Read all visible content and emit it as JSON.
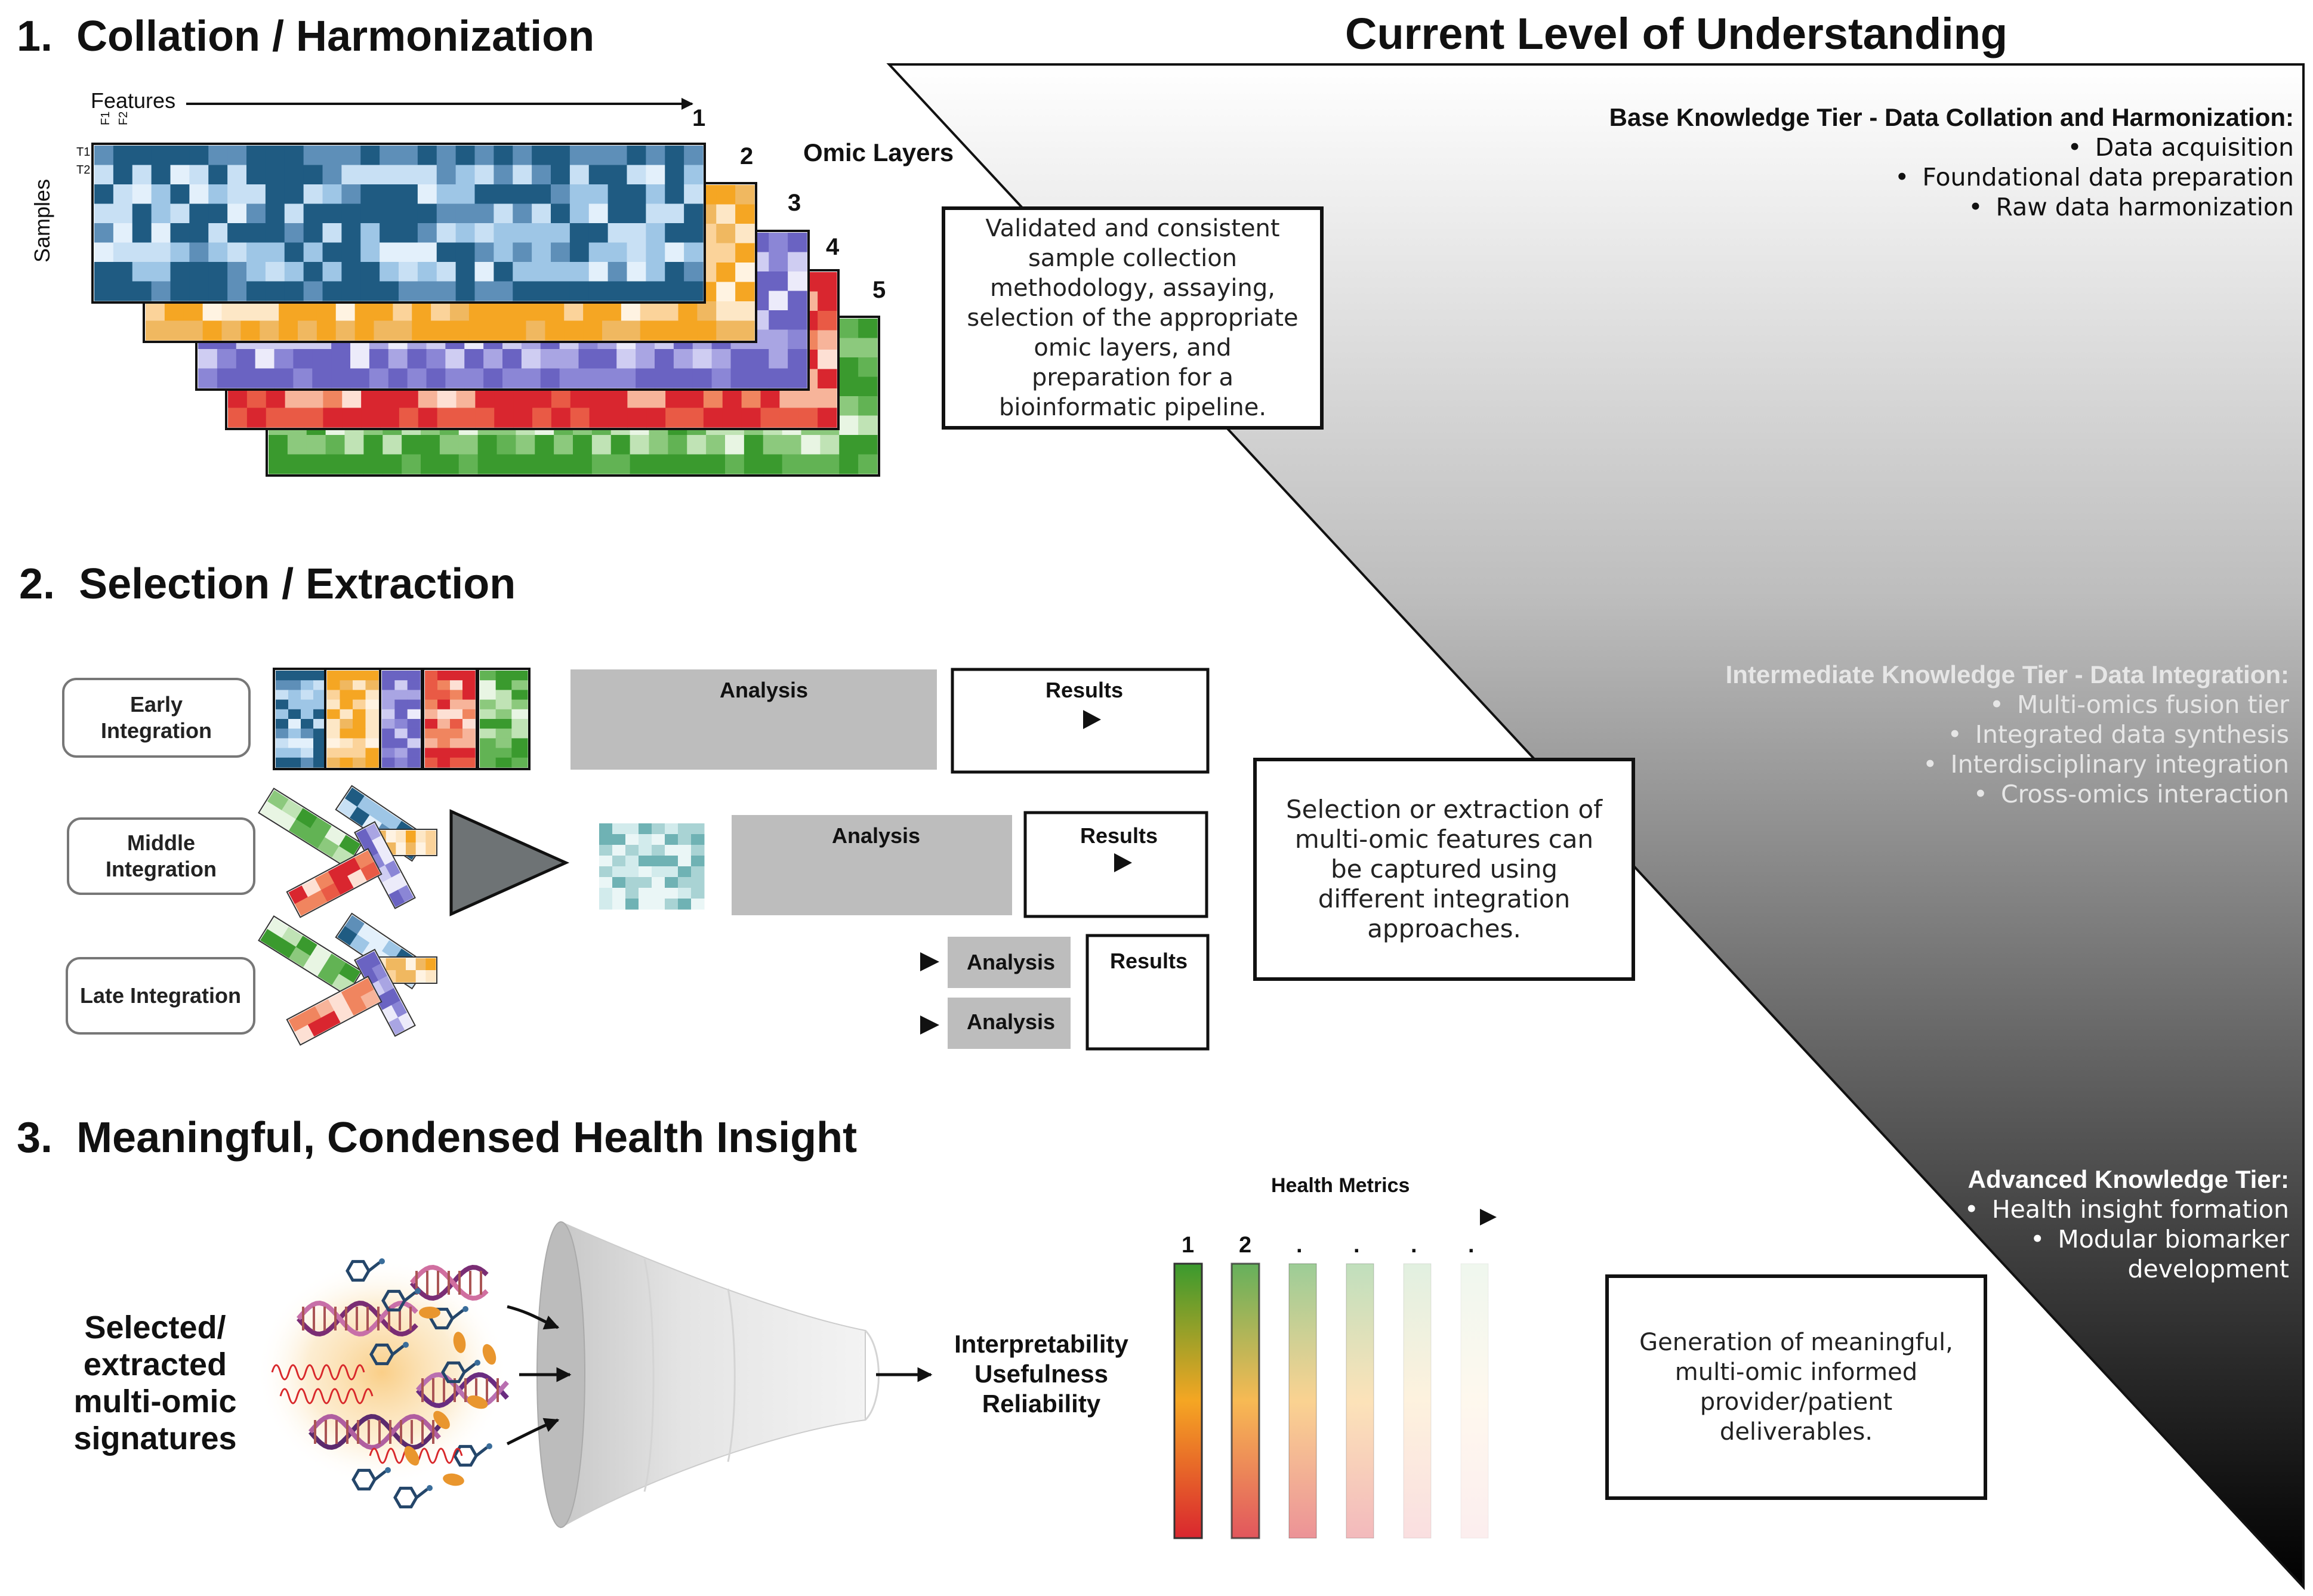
{
  "heading": "Current Level of Understanding",
  "sections": {
    "s1": {
      "number": "1.",
      "title": "Collation / Harmonization"
    },
    "s2": {
      "number": "2.",
      "title": "Selection / Extraction"
    },
    "s3": {
      "number": "3.",
      "title": "Meaningful, Condensed Health Insight"
    }
  },
  "collation": {
    "features_label": "Features",
    "samples_label": "Samples",
    "omic_layers_label": "Omic Layers",
    "layer_numbers": [
      "1",
      "2",
      "3",
      "4",
      "5"
    ],
    "feature_ticks": [
      "F1",
      "F2"
    ],
    "sample_ticks": [
      "T1",
      "T2"
    ],
    "note": "Validated and consistent sample collection methodology, assaying, selection of the appropriate omic layers, and preparation for a bioinformatic pipeline."
  },
  "tiers": {
    "base": {
      "heading": "Base Knowledge Tier - Data Collation and Harmonization:",
      "items": [
        "Data acquisition",
        "Foundational data preparation",
        "Raw data harmonization"
      ]
    },
    "intermediate": {
      "heading": "Intermediate Knowledge Tier - Data Integration:",
      "items": [
        "Multi-omics fusion tier",
        "Integrated data synthesis",
        "Interdisciplinary integration",
        "Cross-omics interaction"
      ]
    },
    "advanced": {
      "heading": "Advanced Knowledge Tier:",
      "items": [
        "Health insight formation",
        "Modular biomarker development"
      ]
    }
  },
  "integration": {
    "early": "Early Integration",
    "middle": "Middle Integration",
    "late": "Late Integration",
    "analysis_label": "Analysis",
    "results_label": "Results",
    "note": "Selection or extraction of multi-omic features can be captured using different integration approaches."
  },
  "insight": {
    "signatures": "Selected/ extracted multi-omic signatures",
    "qualities": [
      "Interpretability",
      "Usefulness",
      "Reliability"
    ],
    "health_metrics_label": "Health Metrics",
    "metric_numbers": [
      "1",
      "2",
      ".",
      ".",
      ".",
      "."
    ],
    "note": "Generation of meaningful, multi-omic informed provider/patient deliverables."
  },
  "colors": {
    "omic_blue": "#1f5b82",
    "omic_orange": "#f5a623",
    "omic_purple": "#6a63c2",
    "omic_red": "#d9262f",
    "omic_green": "#3a9a2e",
    "analysis_gray": "#bdbdbd",
    "triangle_dark": "#000000"
  }
}
